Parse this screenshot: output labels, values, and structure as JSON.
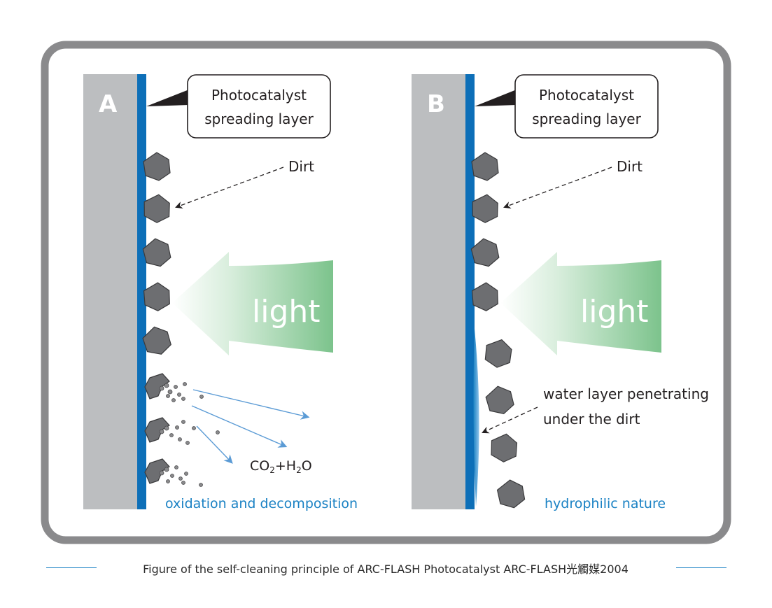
{
  "panel_a": {
    "letter": "A",
    "callout_line1": "Photocatalyst",
    "callout_line2": "spreading layer",
    "dirt_label": "Dirt",
    "light_label": "light",
    "product_label_parts": [
      "CO",
      "2",
      "+H",
      "2",
      "O"
    ],
    "bottom_caption": "oxidation and decomposition"
  },
  "panel_b": {
    "letter": "B",
    "callout_line1": "Photocatalyst",
    "callout_line2": "spreading layer",
    "dirt_label": "Dirt",
    "light_label": "light",
    "water_line1": "water layer penetrating",
    "water_line2": "under the dirt",
    "bottom_caption": "hydrophilic nature"
  },
  "figure_caption": "Figure of the self-cleaning principle of ARC-FLASH Photocatalyst   ARC-FLASH光觸媒2004",
  "colors": {
    "frame": "#8a8a8c",
    "substrate": "#bcbec0",
    "coating": "#0d6fb8",
    "dirt": "#6d6e71",
    "light_arrow": "#7cc38c",
    "caption_blue": "#1b82c4",
    "product_arrow": "#5b9bd5"
  }
}
